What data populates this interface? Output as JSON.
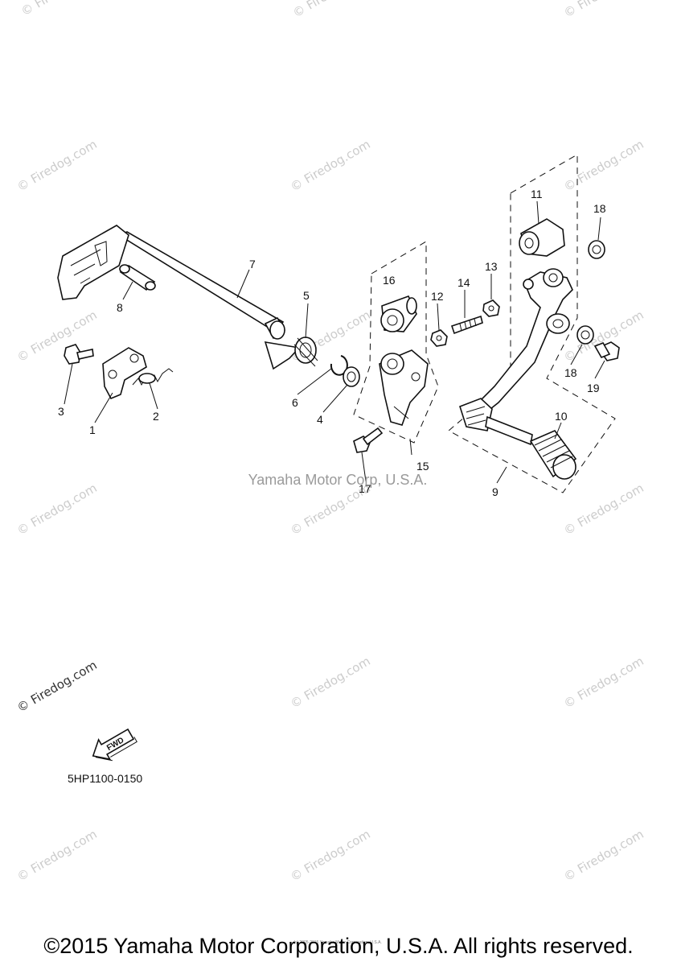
{
  "watermark_text": "© Firedog.com",
  "center_label": "Yamaha Motor Corp, U.S.A.",
  "diagram_code": "5HP1100-0150",
  "fwd_label": "FWD",
  "small_footer": "(c) 2005-2015 Yamaha Motor Corporation, U.S.A.",
  "copyright": "©2015 Yamaha Motor Corporation, U.S.A. All rights reserved.",
  "parts": [
    {
      "num": "1"
    },
    {
      "num": "2"
    },
    {
      "num": "3"
    },
    {
      "num": "4"
    },
    {
      "num": "5"
    },
    {
      "num": "6"
    },
    {
      "num": "7"
    },
    {
      "num": "8"
    },
    {
      "num": "9"
    },
    {
      "num": "10"
    },
    {
      "num": "11"
    },
    {
      "num": "12"
    },
    {
      "num": "13"
    },
    {
      "num": "14"
    },
    {
      "num": "15"
    },
    {
      "num": "16"
    },
    {
      "num": "17"
    },
    {
      "num": "18"
    },
    {
      "num": "18"
    },
    {
      "num": "19"
    }
  ]
}
